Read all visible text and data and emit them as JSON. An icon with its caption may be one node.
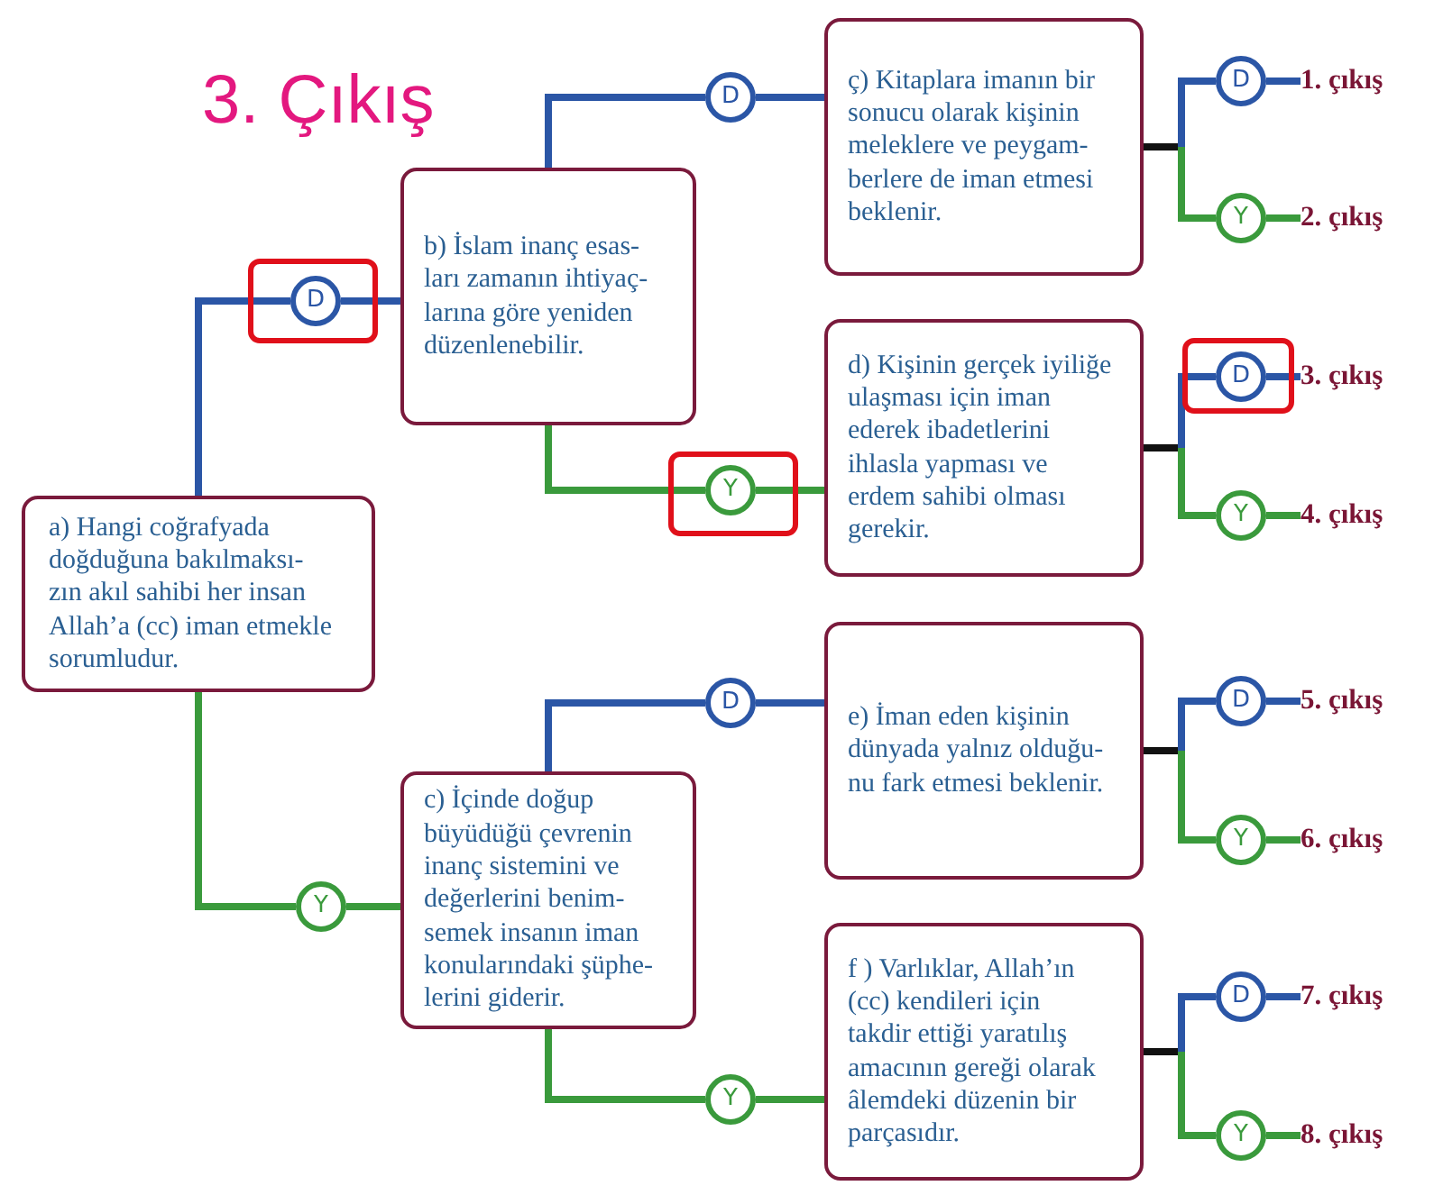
{
  "diagram": {
    "title": "3. Çıkış",
    "nodes": [
      {
        "text": [
          "a) Hangi coğrafyada doğduğuna bakılmaksı- zın akıl sahibi her insan Allah’a (cc) iman etmekle sorumludur."
        ]
      },
      {
        "text": [
          "D"
        ]
      },
      {
        "text": [
          "b) İslam inanç esas- ları zamanın ihtiyaç- larına göre yeniden düzenlenebilir."
        ]
      },
      {
        "text": [
          "Y"
        ]
      },
      {
        "text": [
          "c) İçinde doğup büyüdüğü çevrenin inanç sistemini ve değerlerini benim- semek insanın iman konularındaki şüphe- lerini giderir."
        ]
      },
      {
        "text": [
          "D"
        ]
      },
      {
        "text": [
          "ç) Kitaplara imanın bir sonucu olarak kişinin meleklere ve peygam- berlere de iman etmesi beklenir."
        ]
      },
      {
        "text": [
          "Y"
        ]
      },
      {
        "text": [
          "d) Kişinin gerçek iyiliğe ulaşması için iman ederek ibadetlerini ihlasla yapması ve erdem sahibi olması gerekir."
        ]
      },
      {
        "text": [
          "D"
        ]
      },
      {
        "text": [
          "e) İman eden kişinin dünyada yalnız olduğu- nu fark etmesi beklenir."
        ]
      },
      {
        "text": [
          "Y"
        ]
      },
      {
        "text": [
          "f ) Varlıklar, Allah’ın (cc) kendileri için takdir ettiği yaratılış amacının gereği olarak âlemdeki düzenin bir parçasıdır."
        ]
      },
      {
        "text": [
          "D"
        ]
      },
      {
        "text": [
          "1. çıkış"
        ]
      },
      {
        "text": [
          "Y"
        ]
      },
      {
        "text": [
          "2. çıkış"
        ]
      },
      {
        "text": [
          "D"
        ]
      },
      {
        "text": [
          "3. çıkış"
        ]
      },
      {
        "text": [
          "Y"
        ]
      },
      {
        "text": [
          "4. çıkış"
        ]
      },
      {
        "text": [
          "D"
        ]
      },
      {
        "text": [
          "5. çıkış"
        ]
      },
      {
        "text": [
          "Y"
        ]
      },
      {
        "text": [
          "6. çıkış"
        ]
      },
      {
        "text": [
          "D"
        ]
      },
      {
        "text": [
          "7. çıkış"
        ]
      },
      {
        "text": [
          "Y"
        ]
      },
      {
        "text": [
          "8. çıkış"
        ]
      }
    ],
    "edges": [
      {
        "from": 0,
        "to": 1,
        "arrow": "none",
        "color": "#2b56a6"
      },
      {
        "from": 1,
        "to": 2,
        "arrow": "none",
        "color": "#2b56a6"
      },
      {
        "from": 0,
        "to": 3,
        "arrow": "none",
        "color": "#3a9a3c"
      },
      {
        "from": 3,
        "to": 4,
        "arrow": "none",
        "color": "#3a9a3c"
      },
      {
        "from": 2,
        "to": 5,
        "arrow": "none",
        "color": "#2b56a6"
      },
      {
        "from": 5,
        "to": 6,
        "arrow": "none",
        "color": "#2b56a6"
      },
      {
        "from": 2,
        "to": 7,
        "arrow": "none",
        "color": "#3a9a3c"
      },
      {
        "from": 7,
        "to": 8,
        "arrow": "none",
        "color": "#3a9a3c"
      },
      {
        "from": 4,
        "to": 9,
        "arrow": "none",
        "color": "#2b56a6"
      },
      {
        "from": 9,
        "to": 10,
        "arrow": "none",
        "color": "#2b56a6"
      },
      {
        "from": 4,
        "to": 11,
        "arrow": "none",
        "color": "#3a9a3c"
      },
      {
        "from": 11,
        "to": 12,
        "arrow": "none",
        "color": "#3a9a3c"
      },
      {
        "from": 6,
        "to": 13,
        "arrow": "none",
        "color": "#2b56a6"
      },
      {
        "from": 13,
        "to": 14,
        "arrow": "none",
        "color": "#2b56a6"
      },
      {
        "from": 6,
        "to": 15,
        "arrow": "none",
        "color": "#3a9a3c"
      },
      {
        "from": 15,
        "to": 16,
        "arrow": "none",
        "color": "#3a9a3c"
      },
      {
        "from": 8,
        "to": 17,
        "arrow": "none",
        "color": "#2b56a6"
      },
      {
        "from": 17,
        "to": 18,
        "arrow": "none",
        "color": "#2b56a6"
      },
      {
        "from": 8,
        "to": 19,
        "arrow": "none",
        "color": "#3a9a3c"
      },
      {
        "from": 19,
        "to": 20,
        "arrow": "none",
        "color": "#3a9a3c"
      },
      {
        "from": 10,
        "to": 21,
        "arrow": "none",
        "color": "#2b56a6"
      },
      {
        "from": 21,
        "to": 22,
        "arrow": "none",
        "color": "#2b56a6"
      },
      {
        "from": 10,
        "to": 23,
        "arrow": "none",
        "color": "#3a9a3c"
      },
      {
        "from": 23,
        "to": 24,
        "arrow": "none",
        "color": "#3a9a3c"
      },
      {
        "from": 12,
        "to": 25,
        "arrow": "none",
        "color": "#2b56a6"
      },
      {
        "from": 25,
        "to": 26,
        "arrow": "none",
        "color": "#2b56a6"
      },
      {
        "from": 12,
        "to": 27,
        "arrow": "none",
        "color": "#3a9a3c"
      },
      {
        "from": 27,
        "to": 28,
        "arrow": "none",
        "color": "#3a9a3c"
      }
    ]
  }
}
